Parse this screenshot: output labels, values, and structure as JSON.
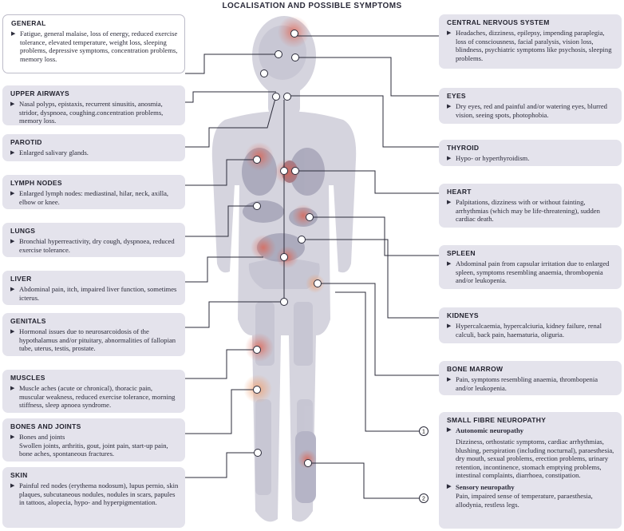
{
  "title": "LOCALISATION AND POSSIBLE SYMPTOMS",
  "bullet": "▶",
  "left": [
    {
      "key": "general",
      "title": "GENERAL",
      "text": "Fatigue, general malaise, loss of energy, reduced exercise tolerance, elevated temperature, weight loss, sleeping problems, depressive symptoms, concentration problems, memory loss."
    },
    {
      "key": "upper-airways",
      "title": "UPPER AIRWAYS",
      "text": "Nasal polyps, epistaxis, recurrent sinusitis, anosmia, stridor, dyspnoea, coughing.concentration problems, memory loss."
    },
    {
      "key": "parotid",
      "title": "PAROTID",
      "text": "Enlarged salivary glands."
    },
    {
      "key": "lymph-nodes",
      "title": "LYMPH NODES",
      "text": "Enlarged lymph nodes: mediastinal, hilar, neck, axilla, elbow or knee."
    },
    {
      "key": "lungs",
      "title": "LUNGS",
      "text": "Bronchial hyperreactivity, dry cough, dyspnoea, reduced exercise tolerance."
    },
    {
      "key": "liver",
      "title": "LIVER",
      "text": "Abdominal pain, itch, impaired liver function, sometimes icterus."
    },
    {
      "key": "genitals",
      "title": "GENITALS",
      "text": "Hormonal issues due to neurosarcoidosis of the hypothalamus and/or pituitary, abnormalities of fallopian tube, uterus, testis, prostate."
    },
    {
      "key": "muscles",
      "title": "MUSCLES",
      "text": "Muscle aches (acute or chronical), thoracic pain, muscular weakness, reduced exercise tolerance, morning stiffness, sleep apnoea syndrome."
    },
    {
      "key": "bones-joints",
      "title": "BONES AND JOINTS",
      "text": "Bones and joints",
      "text2": "Swollen joints, arthritis, gout, joint pain, start-up pain, bone aches, spontaneous fractures."
    },
    {
      "key": "skin",
      "title": "SKIN",
      "text": "Painful red nodes (erythema nodosum), lupus pernio, skin plaques, subcutaneous nodules, nodules in scars, papules in tattoos, alopecia, hypo- and hyperpigmentation."
    }
  ],
  "right": [
    {
      "key": "cns",
      "title": "CENTRAL NERVOUS SYSTEM",
      "text": "Headaches, dizziness, epilepsy, impending paraplegia, loss of consciousness, facial paralysis, vision loss, blindness, psychiatric symptoms like psychosis, sleeping problems."
    },
    {
      "key": "eyes",
      "title": "EYES",
      "text": "Dry eyes, red and painful and/or watering eyes, blurred vision, seeing spots, photophobia."
    },
    {
      "key": "thyroid",
      "title": "THYROID",
      "text": "Hypo- or hyperthyroidism."
    },
    {
      "key": "heart",
      "title": "HEART",
      "text": "Palpitations, dizziness with or without fainting, arrhythmias (which may be life-threatening), sudden cardiac death."
    },
    {
      "key": "spleen",
      "title": "SPLEEN",
      "text": "Abdominal pain from capsular irritation due to enlarged spleen, symptoms resembling anaemia, thrombopenia and/or leukopenia."
    },
    {
      "key": "kidneys",
      "title": "KIDNEYS",
      "text": "Hypercalcaemia, hypercalciuria, kidney failure, renal calculi, back pain, haematuria, oliguria."
    },
    {
      "key": "bone-marrow",
      "title": "BONE MARROW",
      "text": "Pain, symptoms resembling anaemia, thrombopenia and/or leukopenia."
    }
  ],
  "sfn": {
    "title": "SMALL FIBRE NEUROPATHY",
    "autonomic_title": "Autonomic neuropathy",
    "autonomic_text": "Dizziness, orthostatic symptoms, cardiac arrhythmias, blushing, perspiration (including nocturnal), paraesthesia, dry mouth, sexual problems, erection problems, urinary retention, incontinence, stomach emptying problems, intestinal complaints, diarrhoea, constipation.",
    "sensory_title": "Sensory neuropathy",
    "sensory_text": "Pain, impaired sense of temperature, paraesthesia, allodynia, restless legs."
  },
  "markers": [
    "1",
    "2"
  ],
  "colors": {
    "panel": "#e4e3ec",
    "body": "#d5d4de",
    "line": "#2b2b3a",
    "hotspot": "#e0604d"
  }
}
